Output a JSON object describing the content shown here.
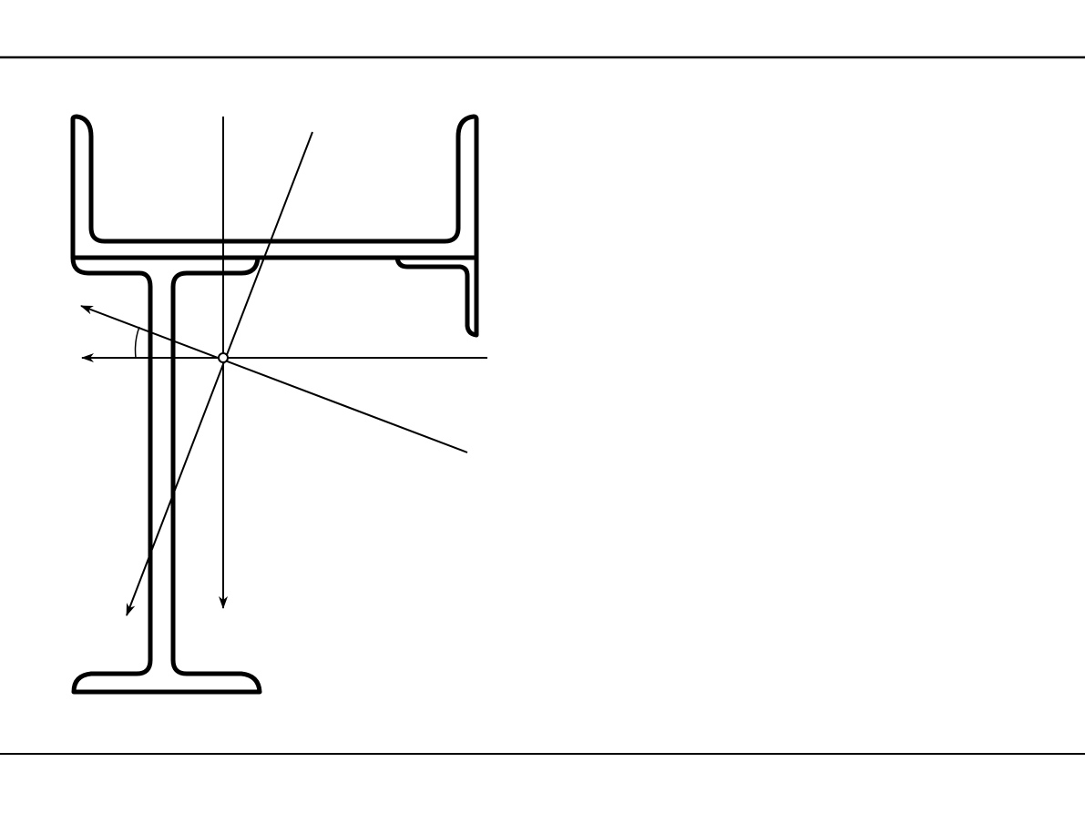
{
  "diagram": {
    "description_elements": [
      "channel-section",
      "angle-section",
      "tee-section",
      "principal-axes",
      "centroid"
    ],
    "colors": {
      "stroke": "#000000",
      "background": "#ffffff"
    }
  }
}
